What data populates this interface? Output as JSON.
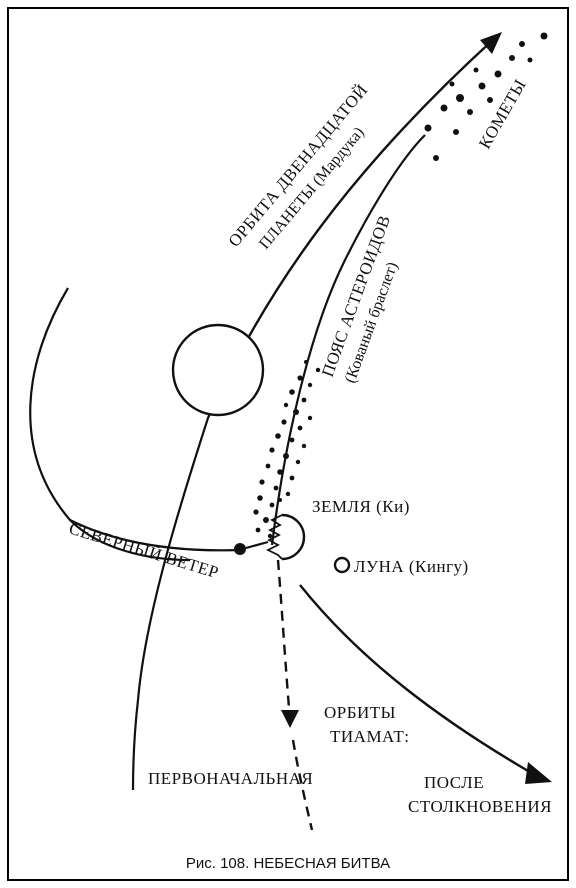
{
  "labels": {
    "orbit_twelfth_line1": "ОРБИТА ДВЕНАДЦАТОЙ",
    "orbit_twelfth_line2": "ПЛАНЕТЫ (Мардука)",
    "comets": "КОМЕТЫ",
    "asteroid_belt_line1": "ПОЯС АСТЕРОИДОВ",
    "asteroid_belt_line2": "(Кованый браслет)",
    "earth": "ЗЕМЛЯ (Ки)",
    "north_wind": "СЕВЕРНЫЙ ВЕТЕР",
    "moon": "ЛУНА (Кингу)",
    "orbits_tiamat_line1": "ОРБИТЫ",
    "orbits_tiamat_line2": "ТИАМАТ:",
    "original": "ПЕРВОНАЧАЛЬНАЯ",
    "after_line1": "ПОСЛЕ",
    "after_line2": "СТОЛКНОВЕНИЯ"
  },
  "caption": "Рис. 108. НЕБЕСНАЯ БИТВА",
  "colors": {
    "ink": "#111111",
    "background": "#ffffff",
    "frame": "#000000"
  }
}
